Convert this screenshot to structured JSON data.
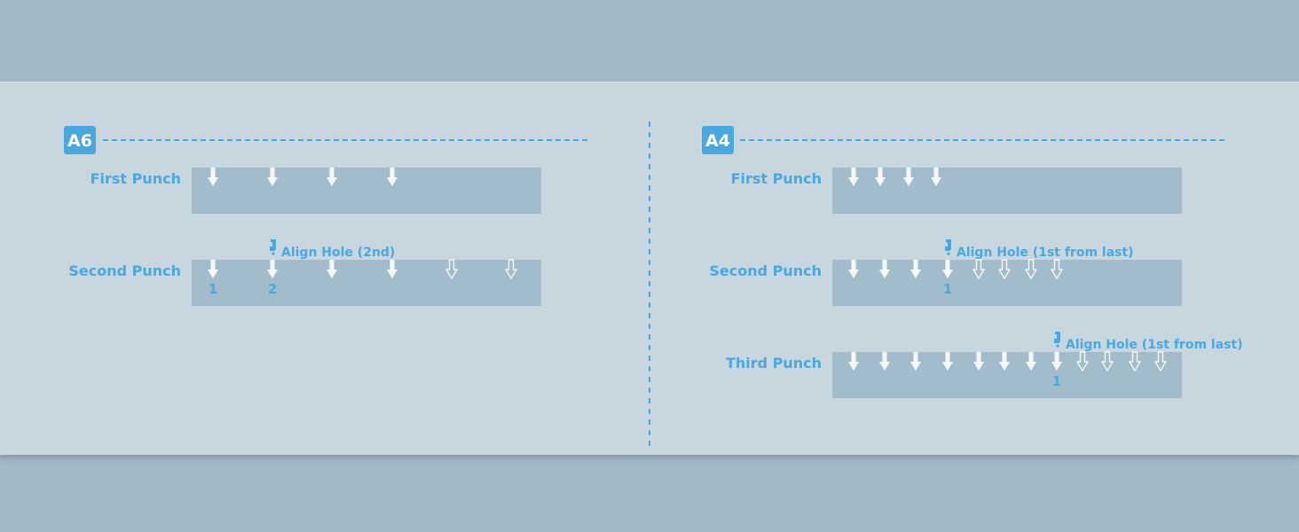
{
  "colors": {
    "background": "#a3b9c7",
    "panel": "#c7d6df",
    "strip": "#a3bccb",
    "accent": "#4aa8de",
    "arrow": "#f5f7f8"
  },
  "icons": {
    "solid_arrow": "arrow-down-solid-icon",
    "outline_arrow": "arrow-down-outline-icon",
    "align_pin": "align-pin-icon"
  },
  "sections": [
    {
      "badge": "A6",
      "rows": [
        {
          "label": "First Punch",
          "arrows": [
            {
              "style": "solid"
            },
            {
              "style": "solid"
            },
            {
              "style": "solid"
            },
            {
              "style": "solid"
            }
          ],
          "numbers": []
        },
        {
          "label": "Second Punch",
          "arrows": [
            {
              "style": "solid"
            },
            {
              "style": "solid"
            },
            {
              "style": "solid"
            },
            {
              "style": "solid"
            },
            {
              "style": "outline"
            },
            {
              "style": "outline"
            }
          ],
          "numbers": [
            {
              "arrow": 0,
              "text": "1"
            },
            {
              "arrow": 1,
              "text": "2"
            }
          ],
          "align": {
            "arrow": 1,
            "text": "Align Hole (2nd)"
          }
        }
      ]
    },
    {
      "badge": "A4",
      "rows": [
        {
          "label": "First Punch",
          "arrows": [
            {
              "style": "solid"
            },
            {
              "style": "solid"
            },
            {
              "style": "solid"
            },
            {
              "style": "solid"
            }
          ],
          "numbers": []
        },
        {
          "label": "Second Punch",
          "arrows": [
            {
              "style": "solid"
            },
            {
              "style": "solid"
            },
            {
              "style": "solid"
            },
            {
              "style": "solid"
            },
            {
              "style": "outline"
            },
            {
              "style": "outline"
            },
            {
              "style": "outline"
            },
            {
              "style": "outline"
            }
          ],
          "numbers": [
            {
              "arrow": 3,
              "text": "1"
            }
          ],
          "align": {
            "arrow": 3,
            "text": "Align Hole (1st from last)"
          }
        },
        {
          "label": "Third Punch",
          "arrows": [
            {
              "style": "solid"
            },
            {
              "style": "solid"
            },
            {
              "style": "solid"
            },
            {
              "style": "solid"
            },
            {
              "style": "solid"
            },
            {
              "style": "solid"
            },
            {
              "style": "solid"
            },
            {
              "style": "solid"
            },
            {
              "style": "outline"
            },
            {
              "style": "outline"
            },
            {
              "style": "outline"
            },
            {
              "style": "outline"
            }
          ],
          "numbers": [
            {
              "arrow": 7,
              "text": "1"
            }
          ],
          "align": {
            "arrow": 7,
            "text": "Align Hole (1st from last)"
          }
        }
      ]
    }
  ]
}
